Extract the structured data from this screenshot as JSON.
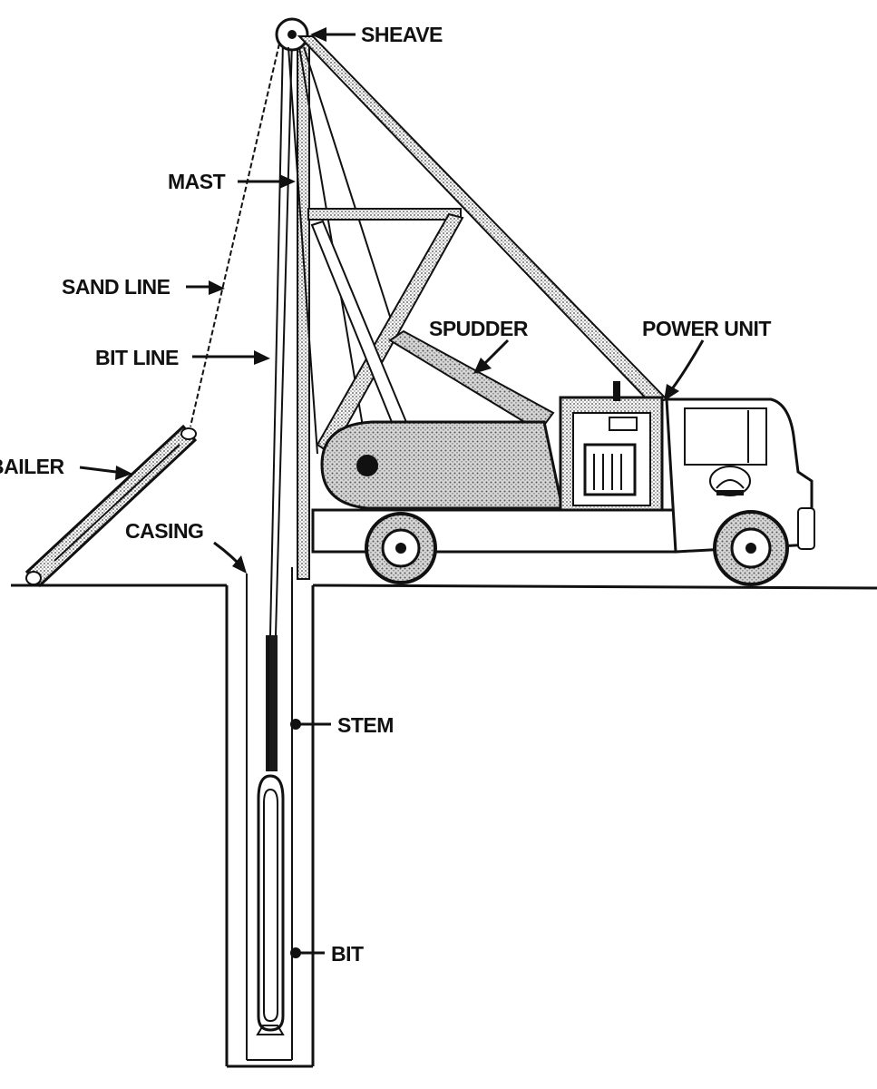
{
  "labels": {
    "sheave": "SHEAVE",
    "mast": "MAST",
    "sand_line": "SAND LINE",
    "bit_line": "BIT LINE",
    "bailer": "BAILER",
    "casing": "CASING",
    "spudder": "SPUDDER",
    "power_unit": "POWER UNIT",
    "stem": "STEM",
    "bit": "BIT"
  },
  "colors": {
    "ink": "#111111",
    "background": "#ffffff",
    "stipple": "#b8b8b8"
  }
}
